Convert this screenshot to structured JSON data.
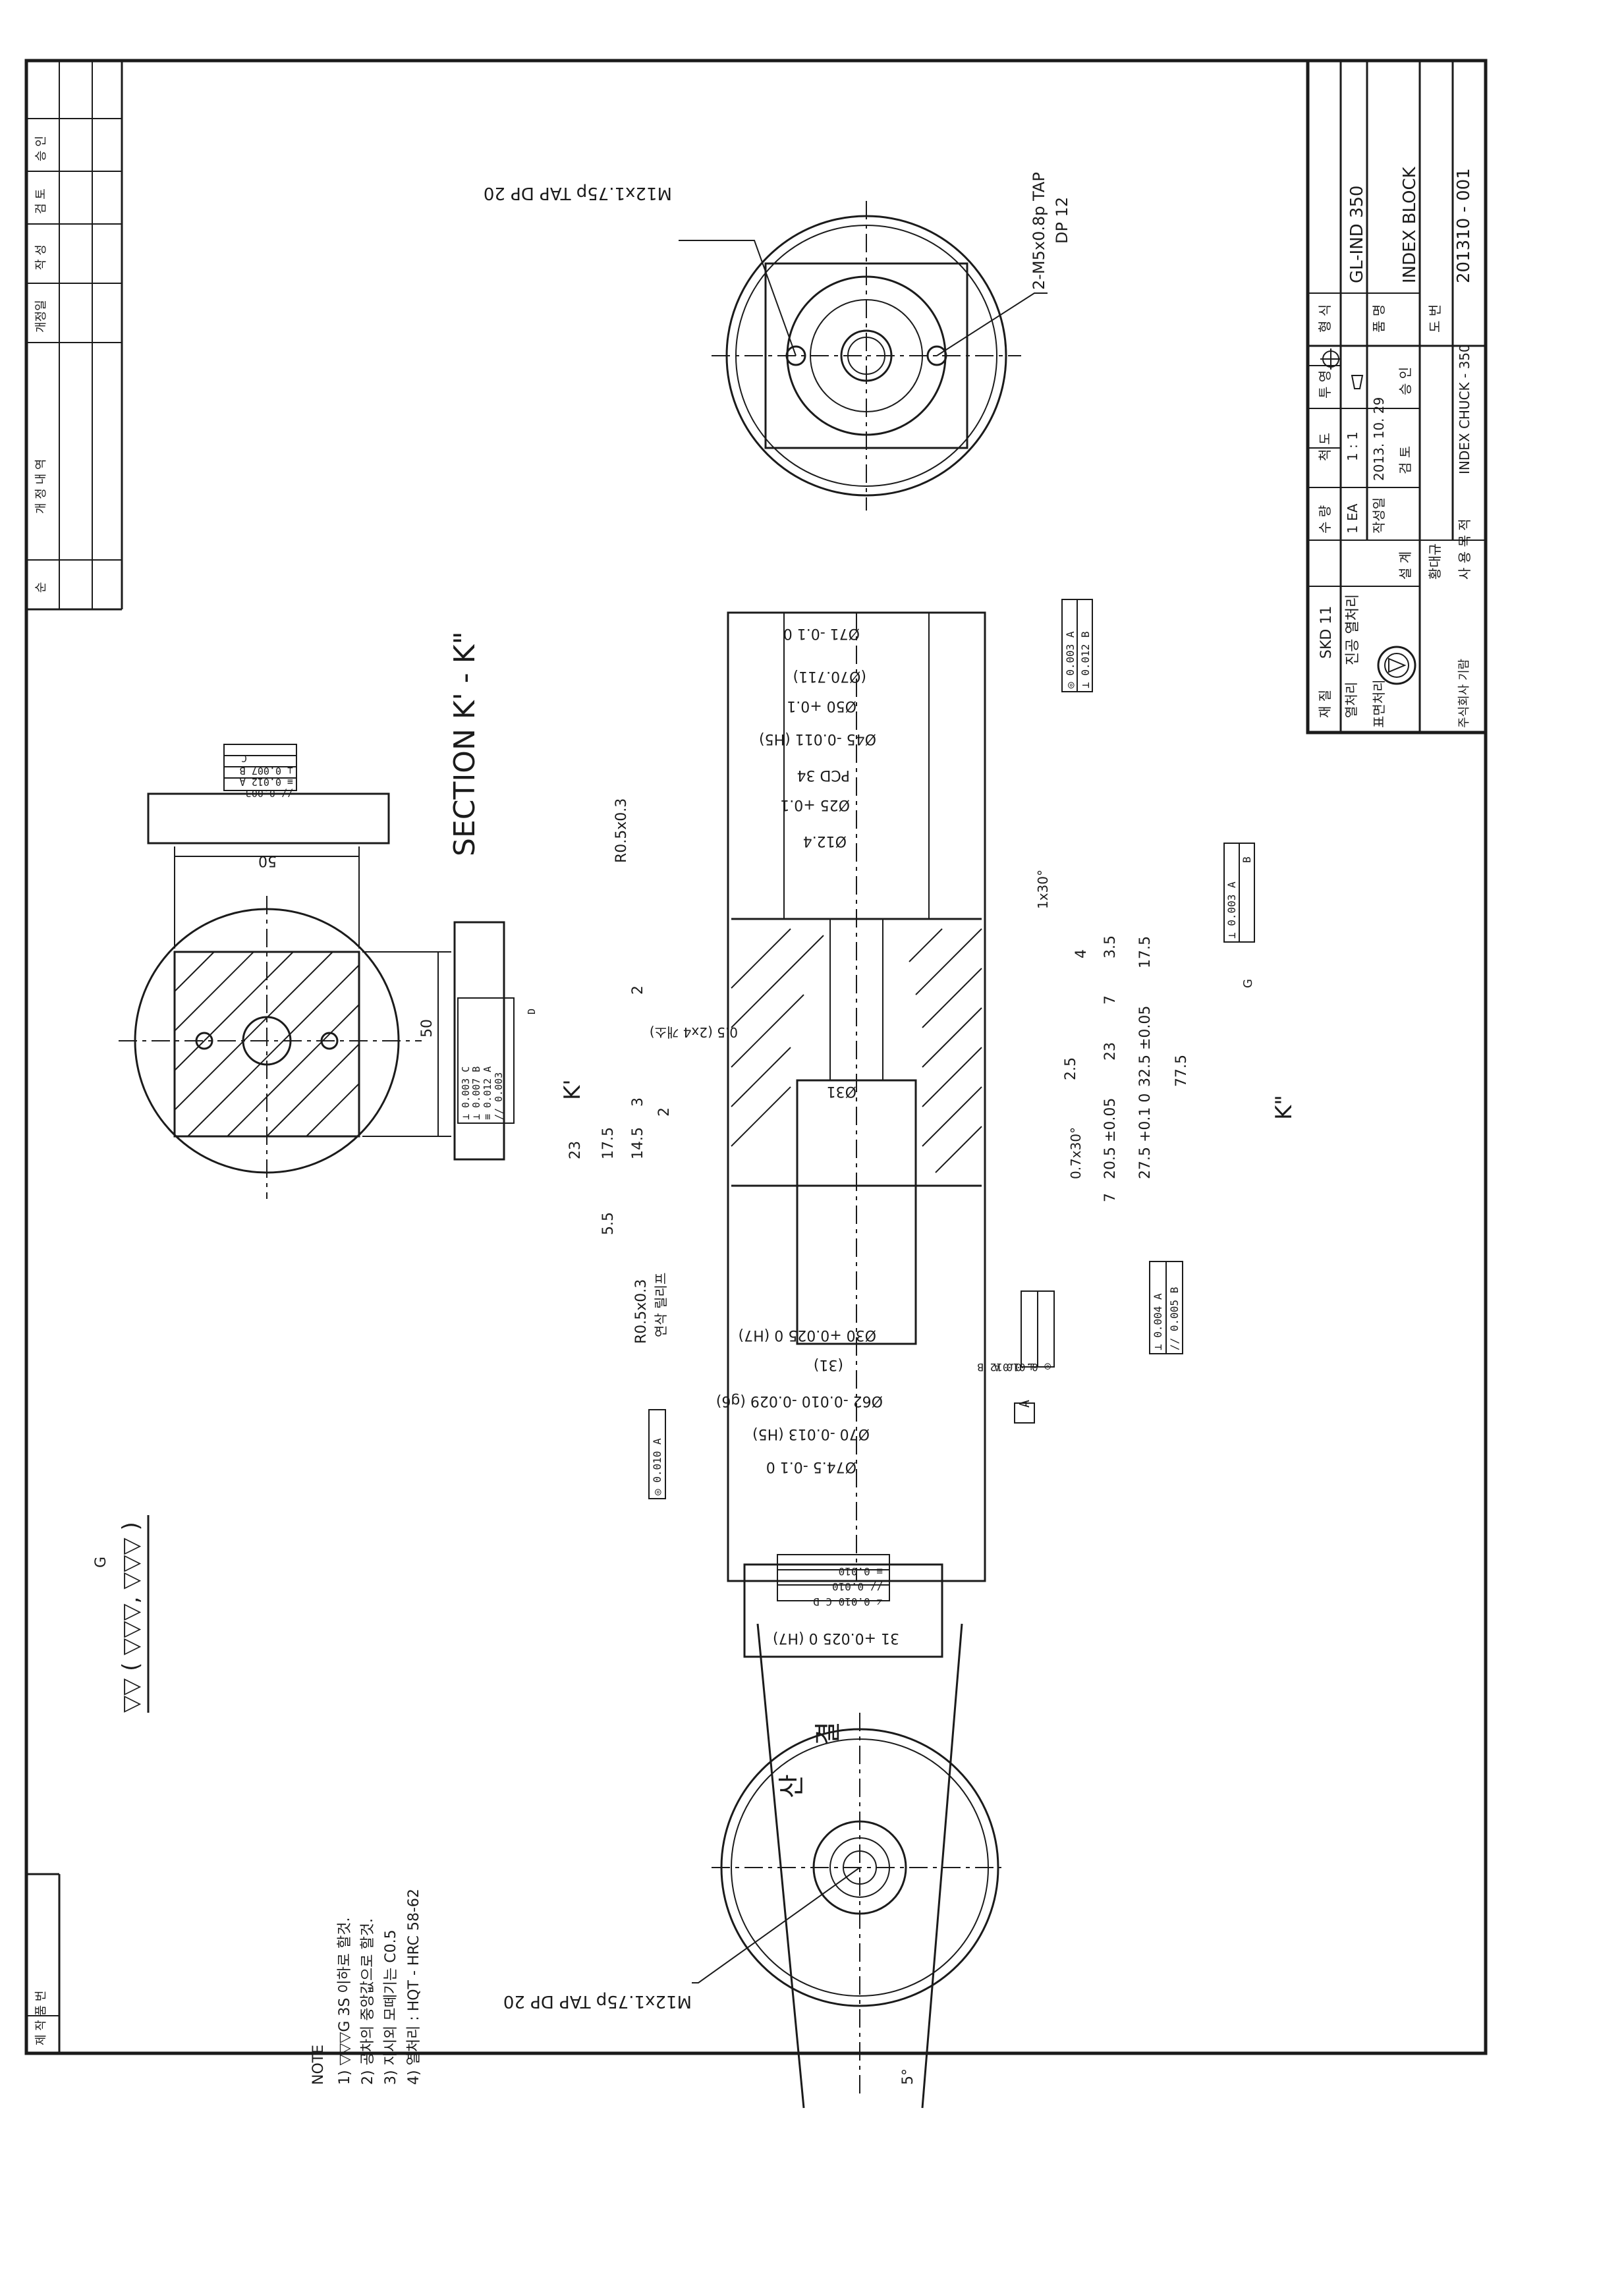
{
  "revision_block": {
    "headers": [
      "순",
      "개 정 내 역",
      "개정일",
      "작 성",
      "검 토",
      "승 인"
    ],
    "bottom_label": "제 작 품 번"
  },
  "title_block": {
    "labels": {
      "material": "재 질",
      "treatment": "열처리",
      "surface": "표면처리",
      "qty": "수 량",
      "scale": "척 도",
      "projection": "투 영",
      "model": "형 식",
      "part_name": "품 명",
      "drawing_no": "도 번",
      "drawn_date": "작성일",
      "design": "설 계",
      "check": "검 토",
      "approve": "승 인",
      "project": "사 용 목 적"
    },
    "material": "SKD 11",
    "treatment": "진공 열처리",
    "qty": "1 EA",
    "scale": "1 : 1",
    "date": "2013. 10. 29",
    "model": "GL-IND 350",
    "part_name": "INDEX BLOCK",
    "drawing_no": "201310 - 001",
    "designer": "황대규",
    "project": "INDEX CHUCK - 350",
    "company": "주식회사 기람"
  },
  "notes": {
    "heading": "NOTE",
    "items": [
      "1) ▽▽▽G 3S 이하로 할것.",
      "2) 공차의 중앙값으로 할것.",
      "3) 지시외 모떼기는 C0.5",
      "4) 열처리 : HQT - HRC 58-62"
    ]
  },
  "surface_finish": "▽▽ ( ▽▽▽, ▽▽▽ )",
  "surface_finish_g": "G",
  "section_label": "SECTION K' - K\"",
  "cut_marks": [
    "K'",
    "K\""
  ],
  "callouts": {
    "tap_top": "M12x1.75p  TAP  DP 20",
    "tap_side": "2-M5x0.8p  TAP",
    "tap_side_dp": "DP 12",
    "tap_bottom": "M12x1.75p  TAP  DP 20",
    "radius_top": "R0.5x0.3",
    "radius_low": "R0.5x0.3",
    "radius_low_note": "연삭 릴리프",
    "groove": "0.5 (2x4 개소)",
    "chamfer1": "1x30°",
    "chamfer2": "0.7x30°",
    "angle": "5°",
    "grind_chars": [
      "산",
      "결"
    ]
  },
  "dimensions": {
    "d71": "Ø71 -0.1 0",
    "d70711": "(Ø70.711)",
    "d50": "Ø50 +0.1",
    "d45": "Ø45 -0.011 (H5)",
    "pcd34": "PCD 34",
    "d25": "Ø25 +0.1",
    "d12": "Ø12.4",
    "d31": "Ø31",
    "d30": "Ø30 +0.025 0 (H7)",
    "p31": "(31)",
    "d62": "Ø62 -0.010 -0.029 (g6)",
    "d70": "Ø70 -0.013 (H5)",
    "d745": "Ø74.5 -0.1 0",
    "v4": "4",
    "v35": "3.5",
    "v175": "17.5",
    "v7a": "7",
    "v23": "23",
    "v25": "2.5",
    "v325": "32.5 ±0.05",
    "v775": "77.5",
    "v205": "20.5 ±0.05",
    "v275": "27.5 +0.1 0",
    "v7b": "7",
    "v2": "2",
    "v3": "3",
    "v2b": "2",
    "l23": "23",
    "l175": "17.5",
    "l145": "14.5",
    "l55": "5.5",
    "sq50a": "50",
    "sq50b": "50",
    "h31": "31 +0.025 0 (H7)"
  },
  "gdt": {
    "c1": [
      "◎ 0.003 A",
      "⊥ 0.012 B"
    ],
    "c2": [
      "⊥ 0.003 A",
      "B"
    ],
    "c3": [
      "⊥ 0.004 A",
      "// 0.005 B"
    ],
    "c4": [
      "⊥ 0.012 B",
      "◎ 0.010 A"
    ],
    "c5": [
      "◎ 0.010 A"
    ],
    "datum_a": "A",
    "c6": [
      "// 0.003",
      "≡ 0.012 A",
      "⊥ 0.007 B",
      "C"
    ],
    "c7": [
      "⊥ 0.003 C",
      "⊥ 0.007 B",
      "≡ 0.012 A",
      "// 0.003",
      "D"
    ],
    "c8": [
      "≡ 0.010",
      "// 0.010",
      "∠ 0.010 C D"
    ]
  },
  "finish_marks": [
    "G"
  ]
}
